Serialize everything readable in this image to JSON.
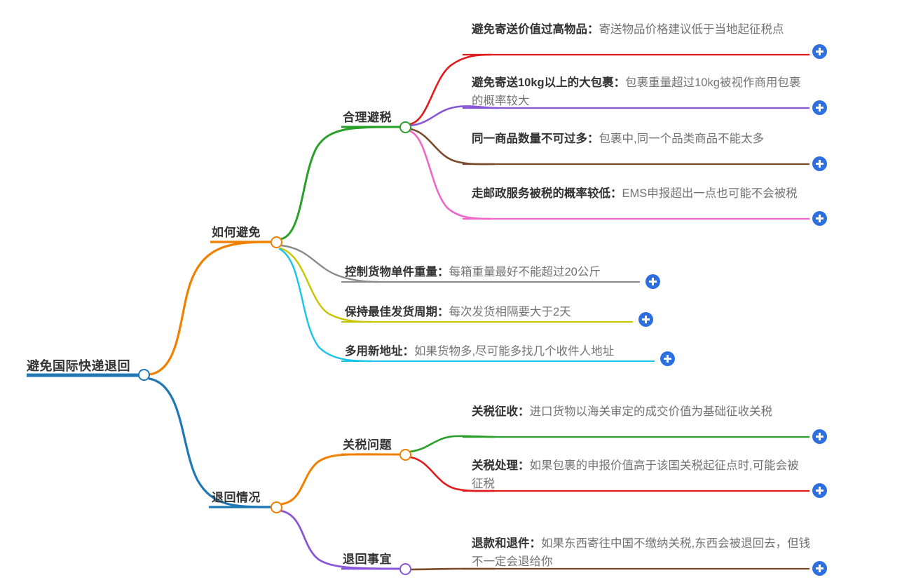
{
  "diagram": {
    "type": "mind-map",
    "title": "避免国际快递退回",
    "colors": {
      "root": "#1f78b4",
      "branch_how": "#f08000",
      "branch_return": "#1f78b4",
      "tax_avoid": "#2aa02a",
      "leaf_red": "#e01b1b",
      "leaf_purple": "#8856d6",
      "leaf_brown": "#7a4a2a",
      "leaf_pink": "#ef68c8",
      "leaf_gray": "#8a8a8a",
      "leaf_olive": "#c9c400",
      "leaf_cyan": "#19c4e8",
      "tariff_orange": "#f08000",
      "tariff_green": "#2aa02a",
      "tariff_red": "#e01b1b",
      "return_purple": "#8856d6",
      "return_brown": "#7a4a2a",
      "plus_button": "#2b6fe0"
    }
  },
  "root": {
    "label": "避免国际快递退回"
  },
  "branches": [
    {
      "id": "how-to-avoid",
      "label": "如何避免",
      "children": [
        {
          "id": "reasonable-tax-avoidance",
          "label": "合理避税",
          "children": [
            {
              "id": "avoid-high-value",
              "lead": "避免寄送价值过高物品",
              "sep": "：",
              "body": "寄送物品价格建议低于当地起征税点"
            },
            {
              "id": "avoid-10kg",
              "lead": "避免寄送10kg以上的大包裹",
              "sep": "：",
              "body": "包裹重量超过10kg被视作商用包裹的概率较大"
            },
            {
              "id": "same-item-quantity",
              "lead": "同一商品数量不可过多",
              "sep": "：",
              "body": "包裹中,同一个品类商品不能太多"
            },
            {
              "id": "postal-service",
              "lead": "走邮政服务被税的概率较低",
              "sep": "：",
              "body": "EMS申报超出一点也可能不会被税"
            }
          ]
        },
        {
          "id": "control-weight",
          "lead": "控制货物单件重量",
          "sep": "：",
          "body": "每箱重量最好不能超过20公斤"
        },
        {
          "id": "shipping-cycle",
          "lead": "保持最佳发货周期",
          "sep": "：",
          "body": "每次发货相隔要大于2天"
        },
        {
          "id": "new-address",
          "lead": "多用新地址",
          "sep": "：",
          "body": "如果货物多,尽可能多找几个收件人地址"
        }
      ]
    },
    {
      "id": "return-situation",
      "label": "退回情况",
      "children": [
        {
          "id": "tariff-issues",
          "label": "关税问题",
          "children": [
            {
              "id": "tariff-levy",
              "lead": "关税征收",
              "sep": "：",
              "body": "进口货物以海关审定的成交价值为基础征收关税"
            },
            {
              "id": "tariff-handling",
              "lead": "关税处理",
              "sep": "：",
              "body": "如果包裹的申报价值高于该国关税起征点时,可能会被征税"
            }
          ]
        },
        {
          "id": "return-matters",
          "label": "退回事宜",
          "children": [
            {
              "id": "refund-and-return",
              "lead": "退款和退件",
              "sep": "：",
              "body": "如果东西寄往中国不缴纳关税,东西会被退回去，但钱不一定会退给你"
            }
          ]
        }
      ]
    }
  ],
  "expand_buttons": {
    "icon": "plus-icon",
    "label": "+"
  }
}
